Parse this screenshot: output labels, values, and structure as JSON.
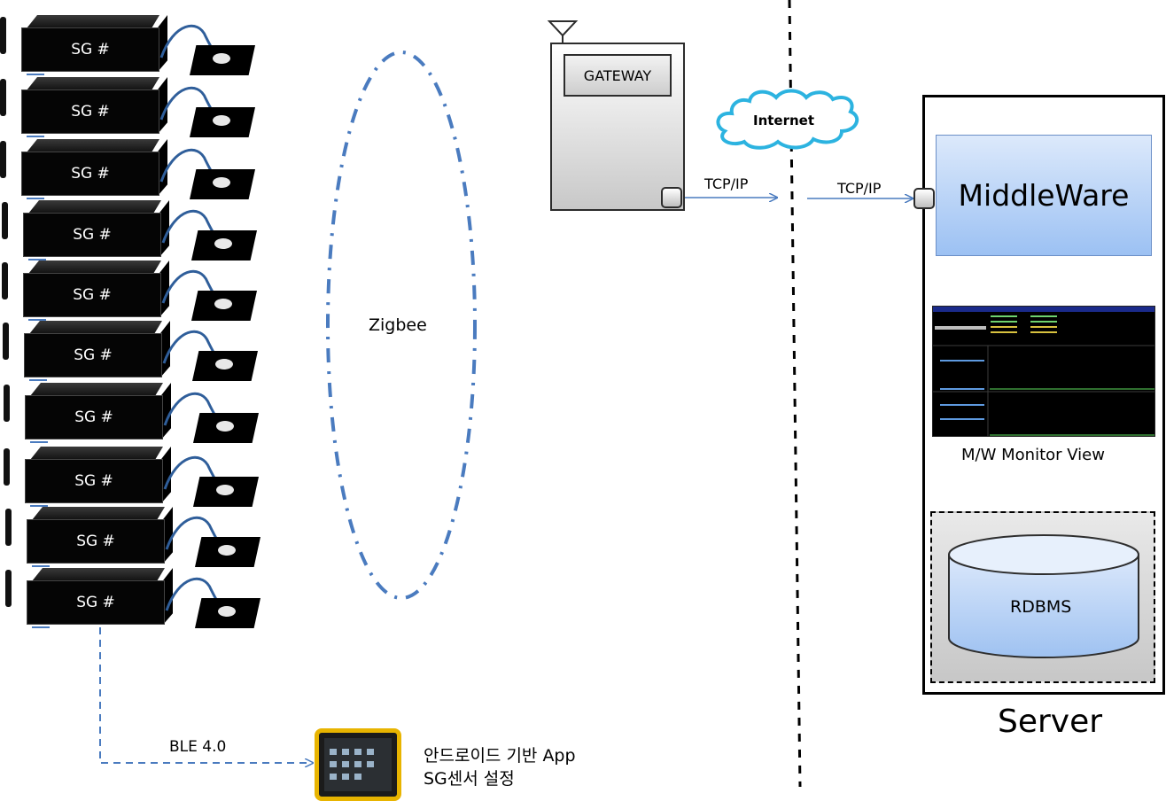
{
  "sg_devices": [
    {
      "label": "SG #"
    },
    {
      "label": "SG #"
    },
    {
      "label": "SG #"
    },
    {
      "label": "SG #"
    },
    {
      "label": "SG #"
    },
    {
      "label": "SG #"
    },
    {
      "label": "SG #"
    },
    {
      "label": "SG #"
    },
    {
      "label": "SG #"
    },
    {
      "label": "SG #"
    }
  ],
  "zigbee_label": "Zigbee",
  "gateway_label": "GATEWAY",
  "internet_label": "Internet",
  "tcp_left_label": "TCP/IP",
  "tcp_right_label": "TCP/IP",
  "middleware_label": "MiddleWare",
  "monitor_caption": "M/W Monitor View",
  "rdbms_label": "RDBMS",
  "server_label": "Server",
  "ble_label": "BLE 4.0",
  "app_line1": "안드로이드 기반 App",
  "app_line2": "SG센서 설정",
  "colors": {
    "link_blue": "#4a7bbf",
    "middleware_fill": "#9cc1f3",
    "arrow_blue": "#4a78b8",
    "cloud_outline": "#2cb3e0",
    "tablet_frame": "#e8b400"
  },
  "icons": {
    "antenna": "antenna-icon",
    "cloud": "cloud-icon",
    "database": "database-icon",
    "tablet": "tablet-icon"
  }
}
